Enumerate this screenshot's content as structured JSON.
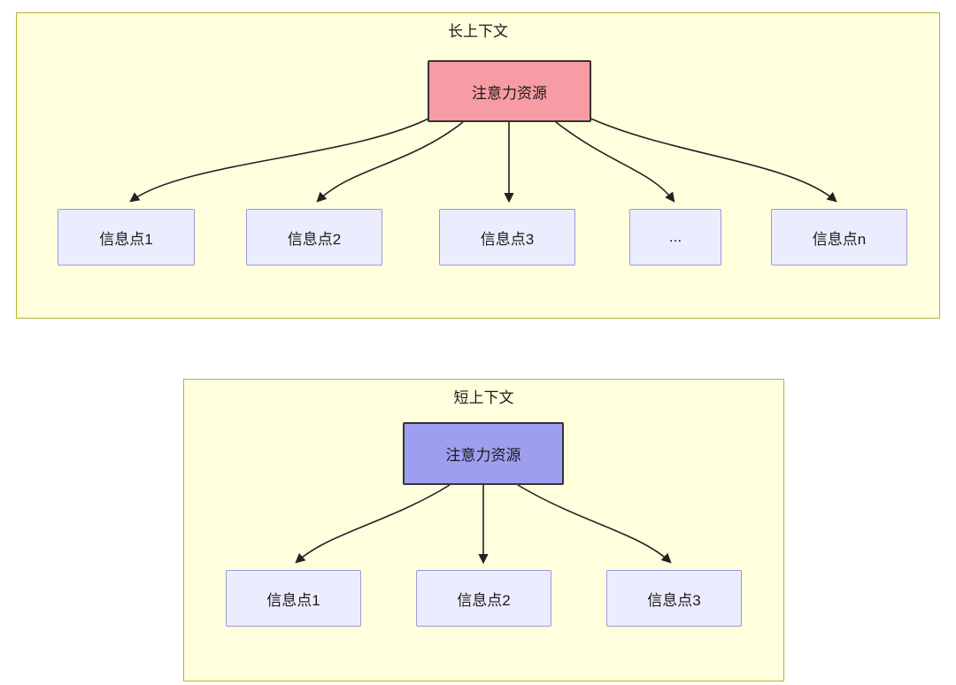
{
  "colors": {
    "panel_bg": "#ffffde",
    "panel_border": "#b6b62c",
    "long_root_bg": "#f79ca4",
    "short_root_bg": "#9e9ef0",
    "root_border": "#333333",
    "child_bg": "#ececff",
    "child_border": "#9a9ad9",
    "arrow": "#222222",
    "text": "#1a1a1a"
  },
  "long_context": {
    "title": "长上下文",
    "root_label": "注意力资源",
    "children": [
      "信息点1",
      "信息点2",
      "信息点3",
      "...",
      "信息点n"
    ]
  },
  "short_context": {
    "title": "短上下文",
    "root_label": "注意力资源",
    "children": [
      "信息点1",
      "信息点2",
      "信息点3"
    ]
  }
}
